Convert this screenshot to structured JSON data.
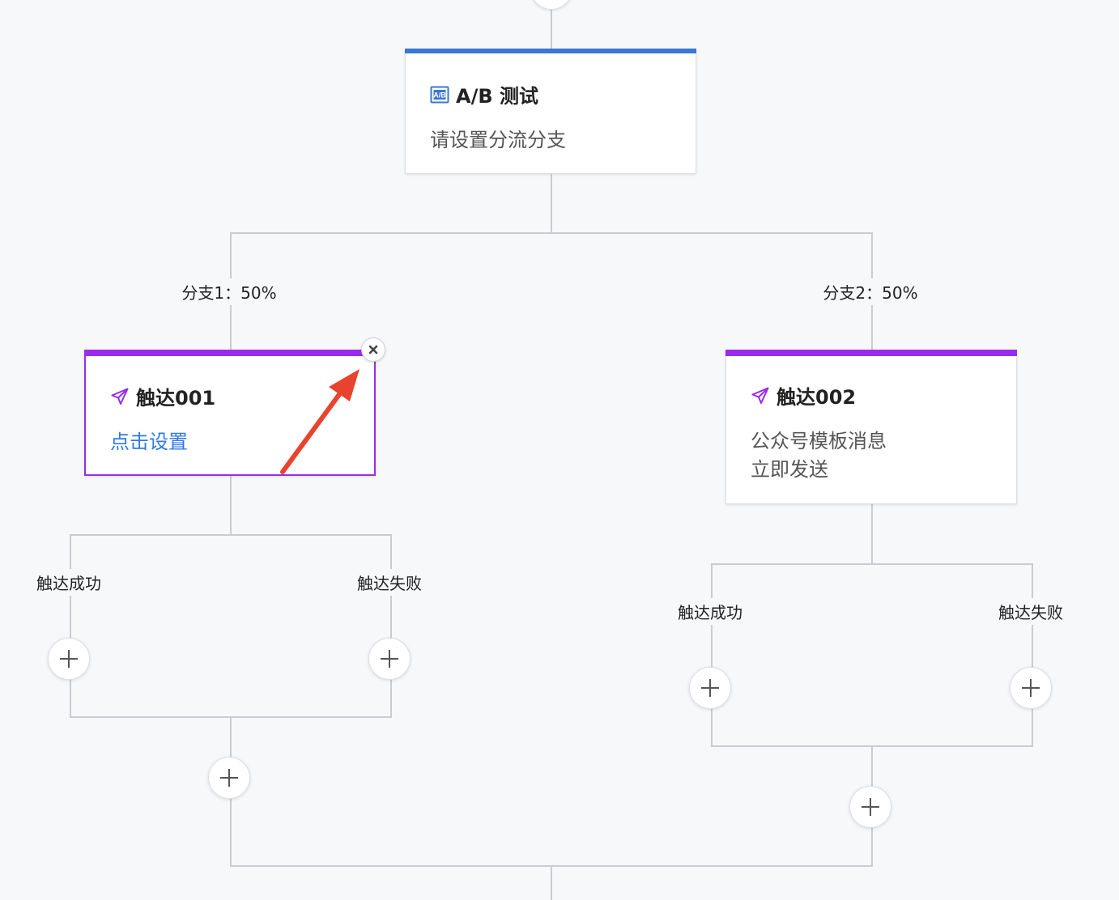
{
  "ab_test": {
    "title": "A/B 测试",
    "subtitle": "请设置分流分支",
    "icon": "ab-test-icon",
    "accent": "#3a77d1"
  },
  "branches": [
    {
      "label": "分支1：50%",
      "node": {
        "title": "触达001",
        "icon": "paper-plane-icon",
        "action_label": "点击设置",
        "accent": "#9b2bea",
        "selected": true
      },
      "outcomes": [
        "触达成功",
        "触达失败"
      ]
    },
    {
      "label": "分支2：50%",
      "node": {
        "title": "触达002",
        "icon": "paper-plane-icon",
        "line1": "公众号模板消息",
        "line2": "立即发送",
        "accent": "#9b2bea",
        "selected": false
      },
      "outcomes": [
        "触达成功",
        "触达失败"
      ]
    }
  ],
  "annotation": {
    "arrow_color": "#e8432e"
  },
  "colors": {
    "connector": "#c9ccd1",
    "background": "#f7f8fa",
    "link": "#2f7ae5"
  }
}
